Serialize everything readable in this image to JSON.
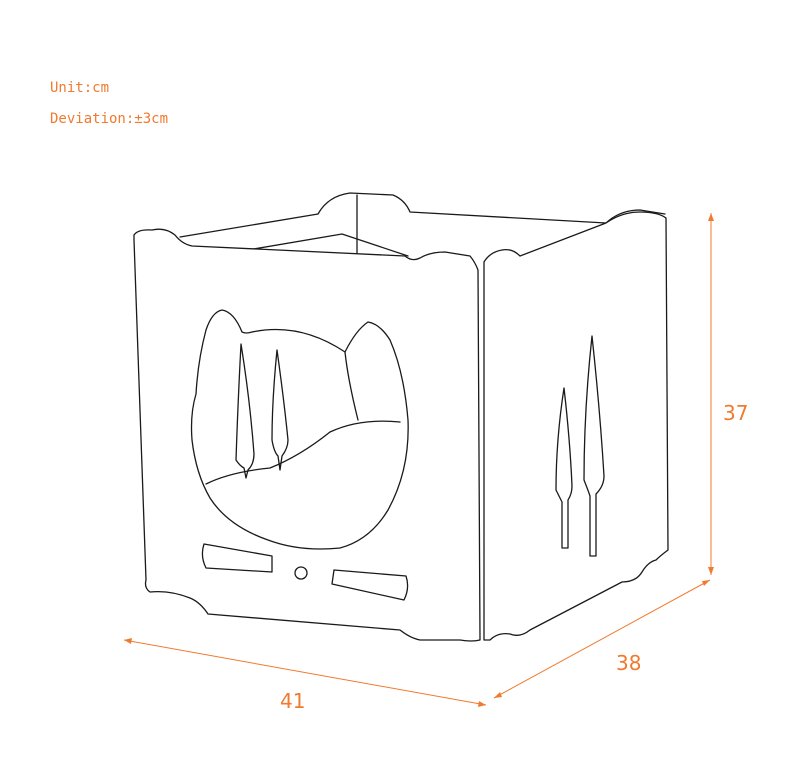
{
  "notes": {
    "unit": "Unit:cm",
    "deviation": "Deviation:±3cm"
  },
  "dimensions": {
    "width": "41",
    "depth": "38",
    "height": "37"
  },
  "colors": {
    "accent": "#f07a2e",
    "line": "#1a1a1a"
  }
}
